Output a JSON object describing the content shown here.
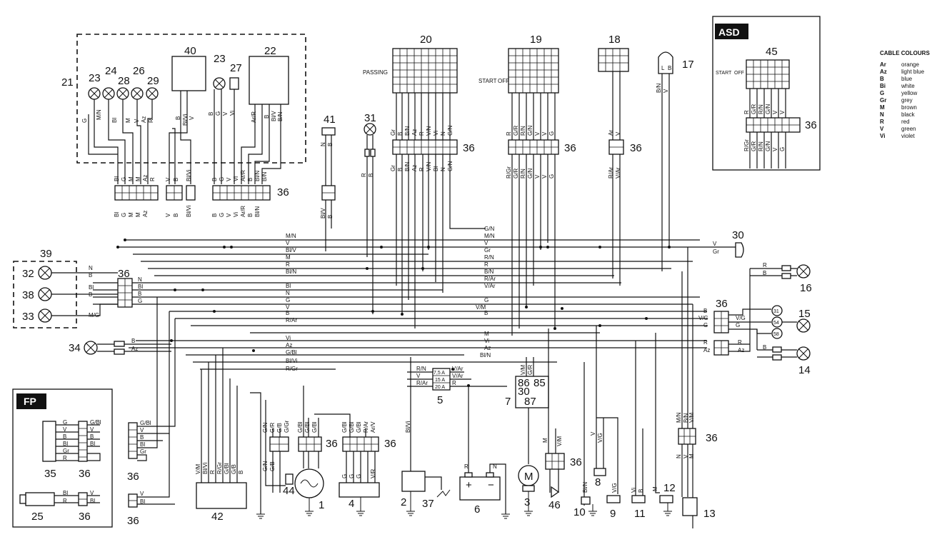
{
  "components": {
    "c1": "1",
    "c2": "2",
    "c3": "3",
    "c4": "4",
    "c5": "5",
    "c6": "6",
    "c7": "7",
    "c8": "8",
    "c9": "9",
    "c10": "10",
    "c11": "11",
    "c12": "12",
    "c13": "13",
    "c14": "14",
    "c15": "15",
    "c16": "16",
    "c17": "17",
    "c18": "18",
    "c19": "19",
    "c20": "20",
    "c21": "21",
    "c22": "22",
    "c23": "23",
    "c24": "24",
    "c25": "25",
    "c26": "26",
    "c27": "27",
    "c28": "28",
    "c29": "29",
    "c30": "30",
    "c31": "31",
    "c32": "32",
    "c33": "33",
    "c34": "34",
    "c35": "35",
    "c36": "36",
    "c37": "37",
    "c38": "38",
    "c39": "39",
    "c40": "40",
    "c41": "41",
    "c42": "42",
    "c44": "44",
    "c45": "45",
    "c46": "46"
  },
  "tags": {
    "asd": "ASD",
    "fp": "FP"
  },
  "switch_labels": {
    "passing": "PASSING",
    "start": "START",
    "off": "OFF",
    "l": "L",
    "b": "B"
  },
  "relay": {
    "p86": "86",
    "p85": "85",
    "p30": "30",
    "p87": "87"
  },
  "fuses": {
    "f1": "7,5 A",
    "f2": "15 A",
    "f3": "20 A"
  },
  "indicator_terms": {
    "t31": "31",
    "t54": "54",
    "t58": "58"
  },
  "battery": {
    "plus": "+",
    "minus": "−"
  },
  "motor": "M",
  "cable_colours": {
    "title": "CABLE COLOURS",
    "items": [
      {
        "code": "Ar",
        "name": "orange"
      },
      {
        "code": "Az",
        "name": "light blue"
      },
      {
        "code": "B",
        "name": "blue"
      },
      {
        "code": "Bi",
        "name": "white"
      },
      {
        "code": "G",
        "name": "yellow"
      },
      {
        "code": "Gr",
        "name": "grey"
      },
      {
        "code": "M",
        "name": "brown"
      },
      {
        "code": "N",
        "name": "black"
      },
      {
        "code": "R",
        "name": "red"
      },
      {
        "code": "V",
        "name": "green"
      },
      {
        "code": "Vi",
        "name": "violet"
      }
    ]
  },
  "bus_labels": {
    "mn": "M/N",
    "v": "V",
    "biv": "Bl/V",
    "m": "M",
    "r": "R",
    "bin": "Bl/N",
    "bi": "Bl",
    "n": "N",
    "g": "G",
    "b": "B",
    "rar": "R/Ar",
    "vi": "Vi",
    "az": "Az",
    "gbi": "G/Bl",
    "bivi": "Bl/Vi",
    "rgr": "R/Gr",
    "gn": "G/N",
    "gr": "Gr",
    "rn": "R/N",
    "bn": "B/N",
    "var": "V/Ar",
    "vm": "V/M",
    "vg": "V/G"
  },
  "wire_labels_top": [
    "Bl",
    "G",
    "M",
    "Az",
    "V",
    "B",
    "Bl/Vi",
    "B",
    "G",
    "V",
    "Vi",
    "Ar/R",
    "Bl/N",
    "B/N",
    "B",
    "Gr",
    "B",
    "B/N",
    "Az",
    "R",
    "V/N",
    "Vi",
    "Bl",
    "N",
    "G/N",
    "R",
    "R/Gr",
    "R/N",
    "G/N",
    "V",
    "G",
    "Ar",
    "V",
    "B/N",
    "V"
  ],
  "wire_labels_left": [
    "N",
    "B",
    "Bl",
    "B",
    "G",
    "M/G"
  ],
  "fp_labels": [
    "G",
    "V",
    "B",
    "Bl",
    "Gr",
    "R",
    "G/Bl",
    "V",
    "B",
    "Bl",
    "Bl",
    "R"
  ],
  "asd_switch": {
    "start": "START",
    "off": "OFF"
  }
}
